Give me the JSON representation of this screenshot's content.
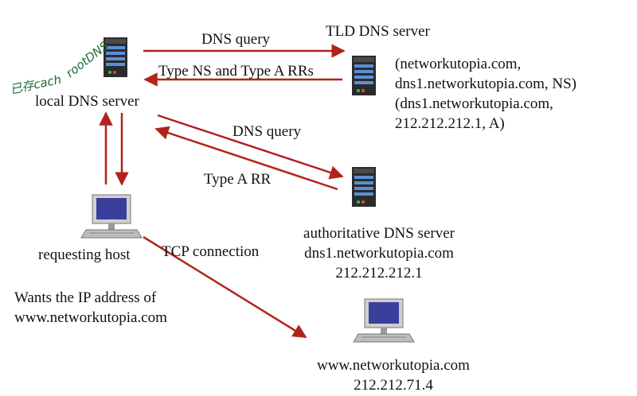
{
  "colors": {
    "arrow": "#b0241b",
    "annotation": "#1f6b2e",
    "server_body": "#2b2b2b",
    "led_blue": "#5b8fd6",
    "screen": "#3b3f9c"
  },
  "nodes": {
    "local": {
      "label": "local DNS server"
    },
    "tld": {
      "label": "TLD DNS server",
      "records": [
        "(networkutopia.com,",
        "dns1.networkutopia.com, NS)",
        "(dns1.networkutopia.com,",
        "212.212.212.1, A)"
      ]
    },
    "authoritative": {
      "lines": [
        "authoritative DNS server",
        "dns1.networkutopia.com",
        "212.212.212.1"
      ]
    },
    "host": {
      "label": "requesting host",
      "note": [
        "Wants the IP address of",
        "www.networkutopia.com"
      ]
    },
    "web": {
      "lines": [
        "www.networkutopia.com",
        "212.212.71.4"
      ]
    }
  },
  "edges": {
    "tld_query": "DNS query",
    "tld_reply": "Type NS and Type A RRs",
    "auth_query": "DNS query",
    "auth_reply": "Type A RR",
    "tcp": "TCP connection"
  },
  "annotations": {
    "handwritten": [
      "已存cach",
      "rootDNS"
    ]
  }
}
